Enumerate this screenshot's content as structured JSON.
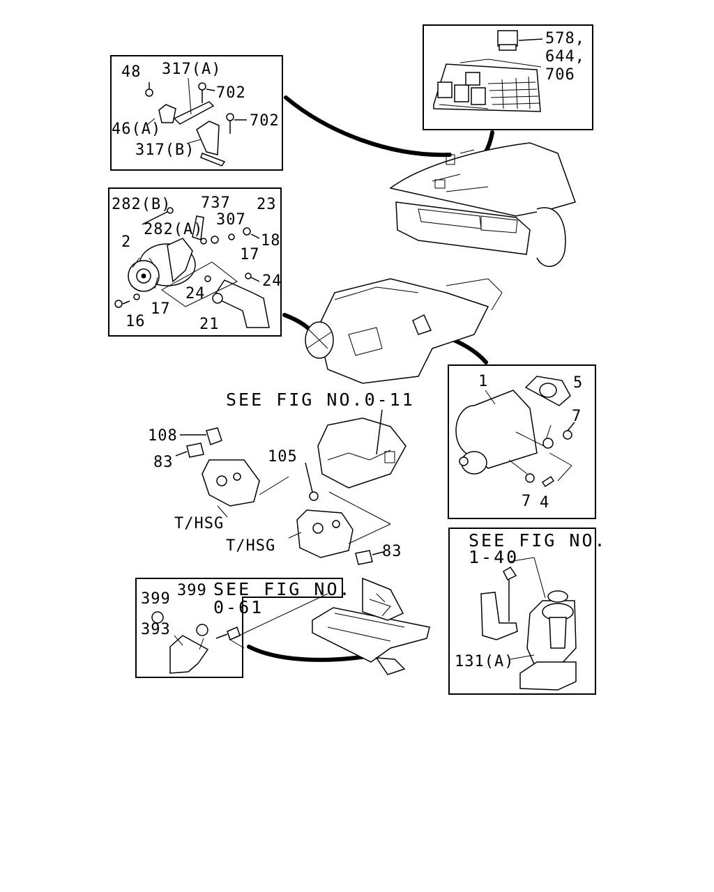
{
  "relay_panel": {
    "callout": [
      "578,",
      "644,",
      "706"
    ]
  },
  "bracket_panel": {
    "callouts": {
      "c48": "48",
      "c317a": "317(A)",
      "c702a": "702",
      "c702b": "702",
      "c46a": "46(A)",
      "c317b": "317(B)"
    }
  },
  "alternator_panel": {
    "callouts": {
      "c282b": "282(B)",
      "c737": "737",
      "c23": "23",
      "c282a": "282(A)",
      "c307": "307",
      "c18": "18",
      "c2": "2",
      "c17a": "17",
      "c24a": "24",
      "c24b": "24",
      "c17b": "17",
      "c16": "16",
      "c21": "21"
    }
  },
  "starter_panel": {
    "callouts": {
      "c1": "1",
      "c5": "5",
      "c7a": "7",
      "c7b": "7",
      "c4": "4"
    }
  },
  "sensor_area": {
    "see_fig": "SEE FIG NO.0-11",
    "callouts": {
      "c108": "108",
      "c83a": "83",
      "c105": "105",
      "thsg_a": "T/HSG",
      "thsg_b": "T/HSG",
      "c83b": "83"
    }
  },
  "bracket_left_panel": {
    "see_fig": [
      "SEE FIG NO.",
      "0-61"
    ],
    "callouts": {
      "c399a": "399",
      "c399b": "399",
      "c393": "393"
    }
  },
  "frame_panel": {
    "see_fig": [
      "SEE FIG NO.",
      "1-40"
    ],
    "callouts": {
      "c131a": "131(A)"
    }
  }
}
